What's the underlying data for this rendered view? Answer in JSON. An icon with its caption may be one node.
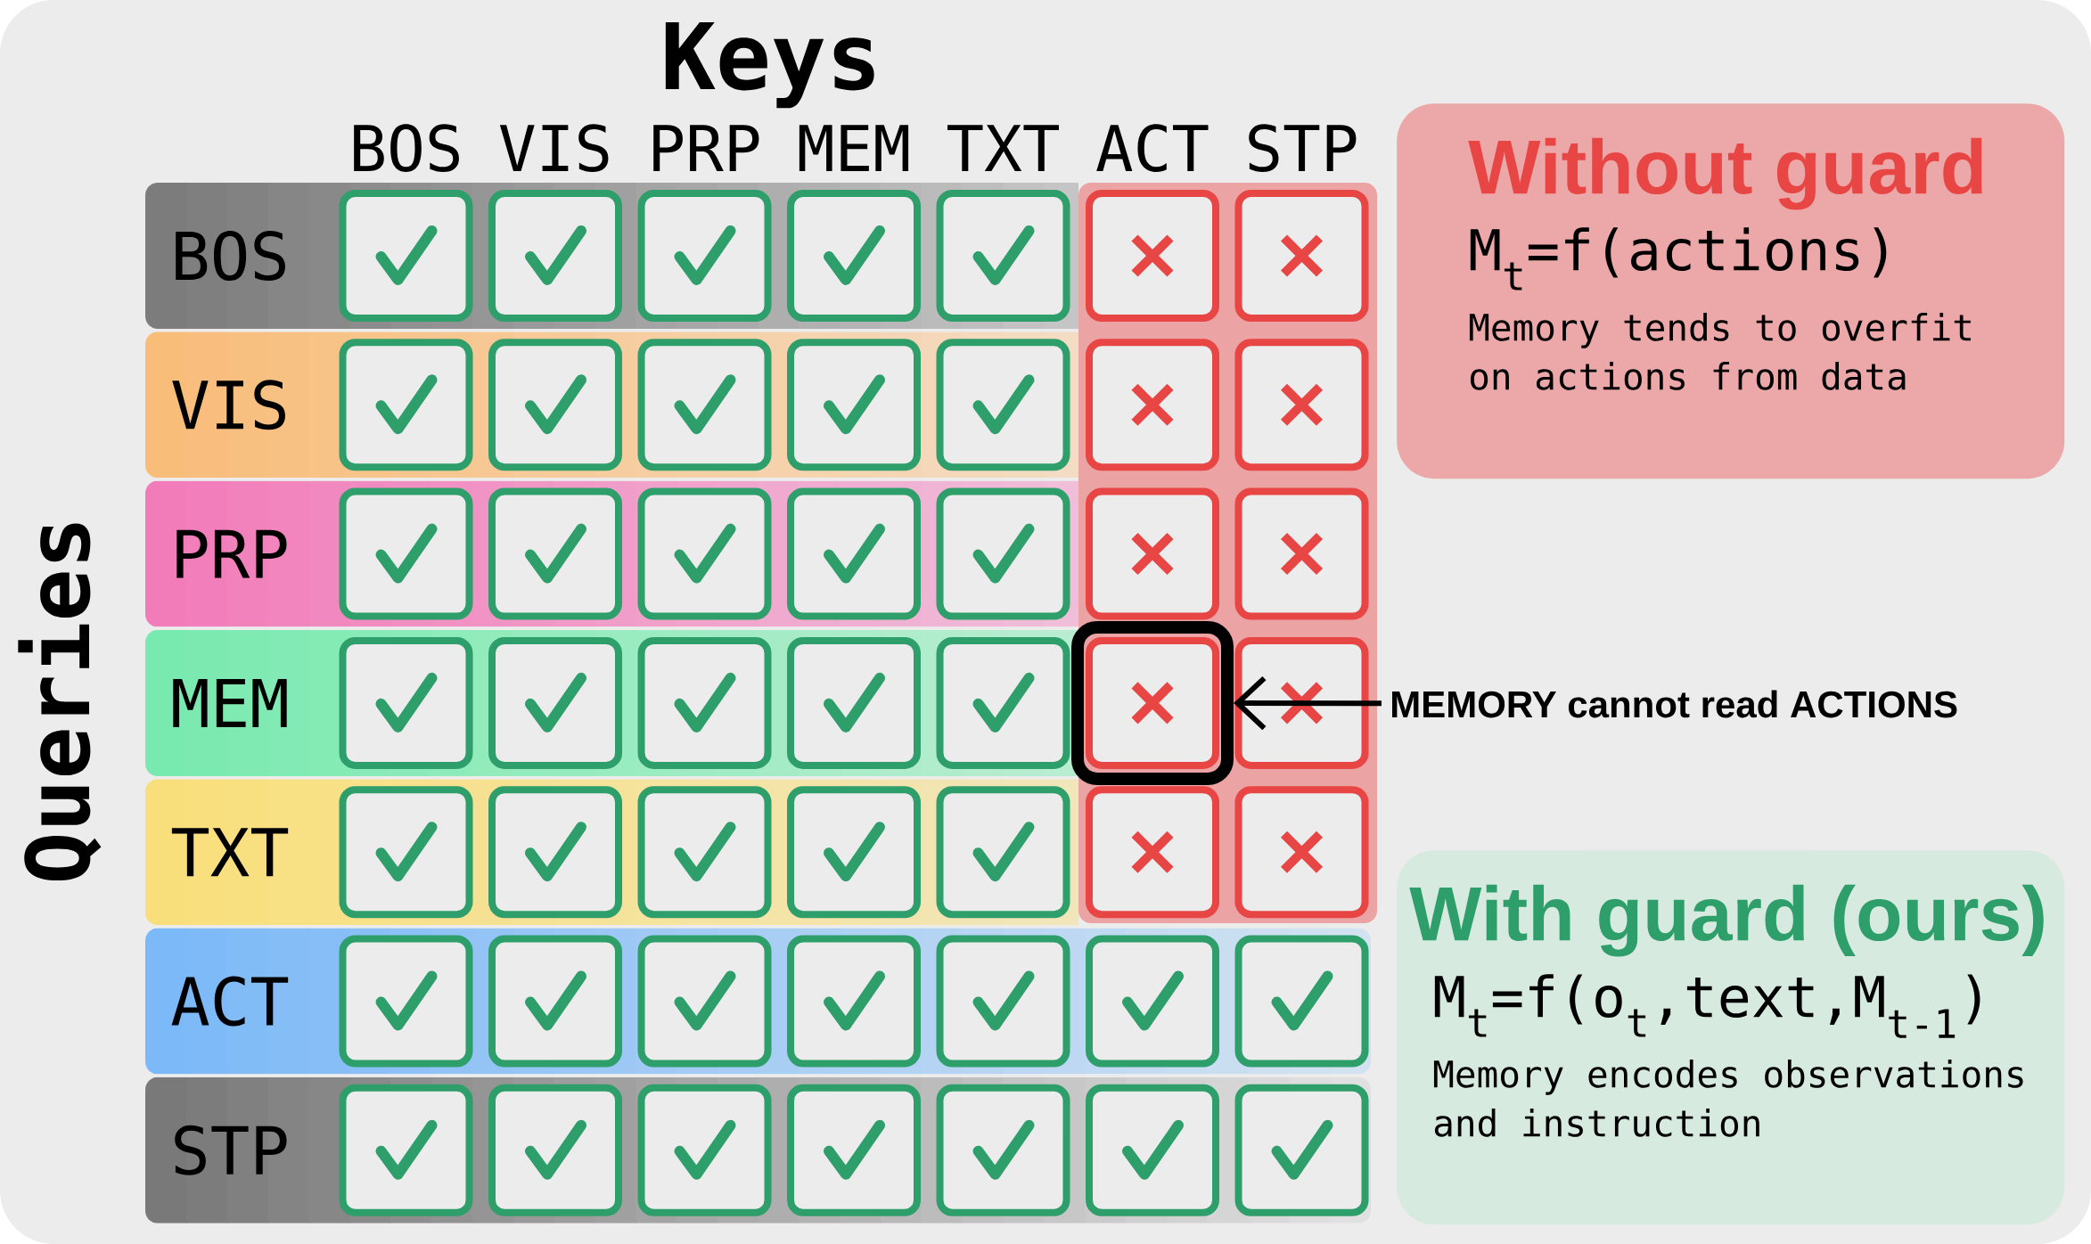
{
  "diagram": {
    "nodes": [
      {
        "text": [
          "BOS"
        ]
      },
      {
        "text": [
          "VIS"
        ]
      },
      {
        "text": [
          "PRP"
        ]
      },
      {
        "text": [
          "MEM"
        ]
      },
      {
        "text": [
          "TXT"
        ]
      },
      {
        "text": [
          "ACT"
        ]
      },
      {
        "text": [
          "STP"
        ]
      },
      {
        "text": [],
        "shape": "box"
      },
      {
        "text": [
          "Without guard",
          "M$_{t}$=f(actions)",
          "Memory tends to overfit on actions from data"
        ]
      },
      {
        "text": [
          "MEMORY cannot read ACTIONS"
        ]
      },
      {
        "text": [
          "With guard (ours)",
          "M$_{t}$=f(o$_{t}$,text,M$_{t-1}$)",
          "Memory encodes observations and instruction"
        ]
      }
    ],
    "edges": [
      {
        "from": 9,
        "to": 7,
        "arrow": "to"
      }
    ],
    "labels": [
      "Keys",
      "BOS",
      "VIS",
      "PRP",
      "MEM",
      "TXT",
      "ACT",
      "STP",
      "Queries"
    ]
  }
}
